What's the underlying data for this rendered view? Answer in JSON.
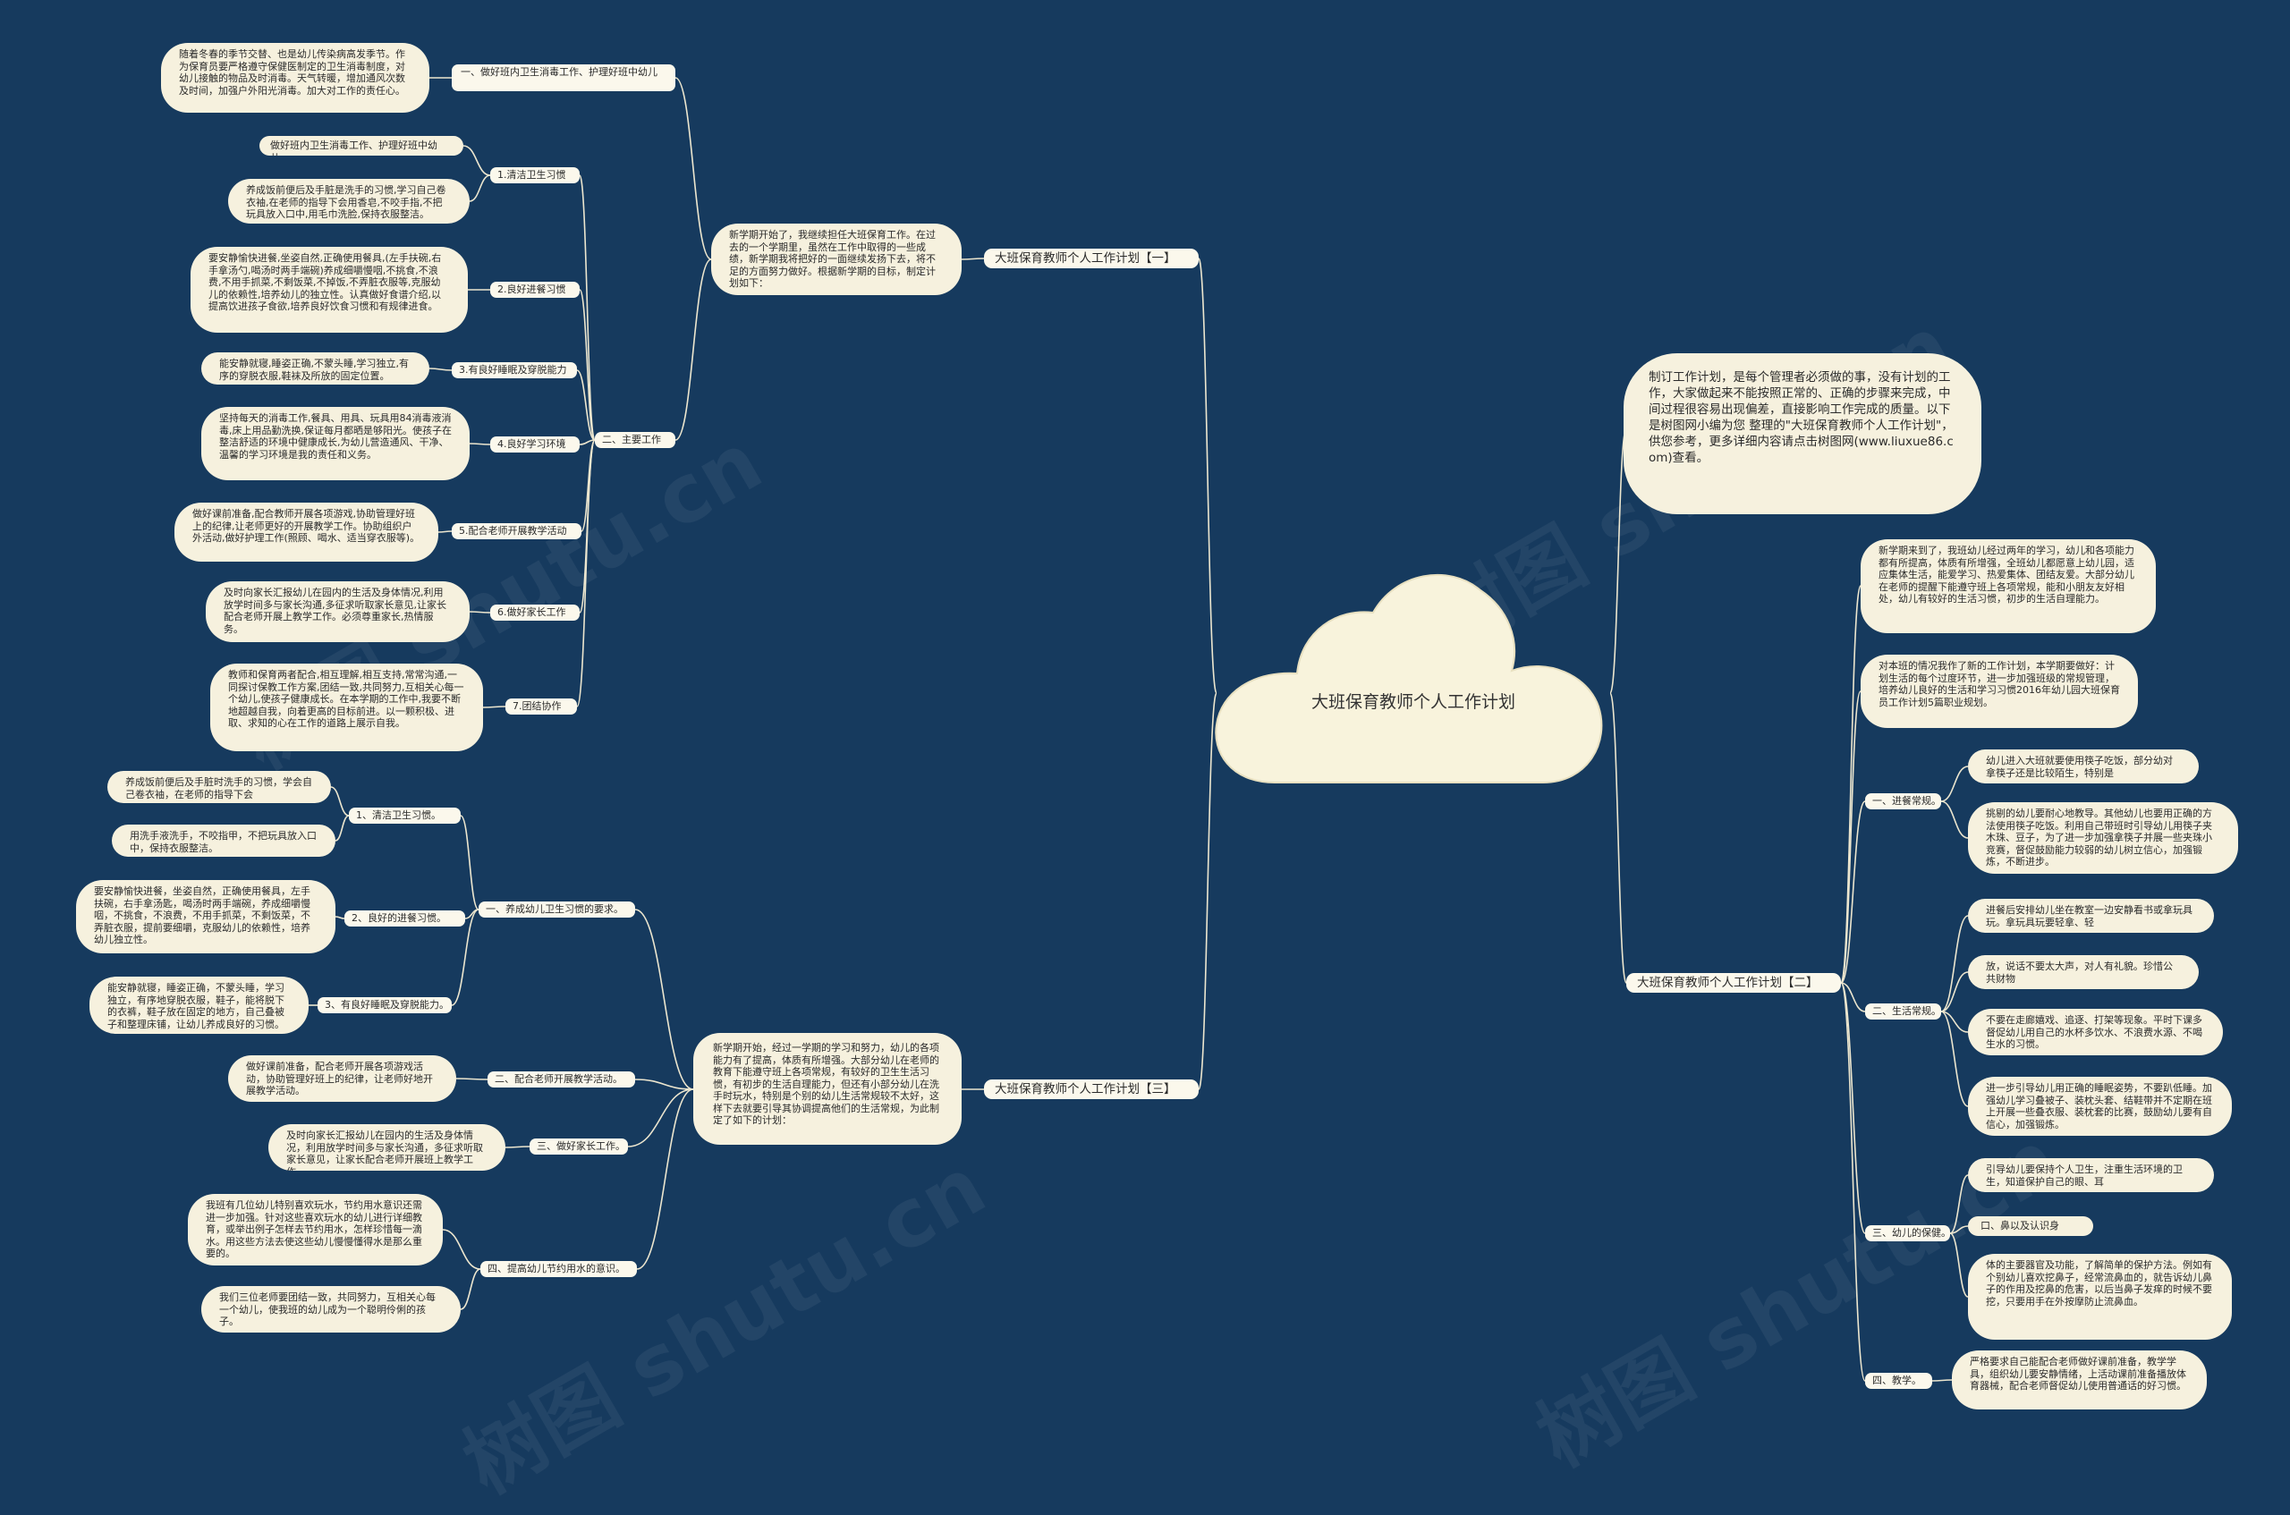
{
  "center": {
    "title": "大班保育教师个人工作计划"
  },
  "intro": "制订工作计划，是每个管理者必须做的事，没有计划的工作，大家做起来不能按照正常的、正确的步骤来完成，中间过程很容易出现偏差，直接影响工作完成的质量。以下是树图网小编为您 整理的\"大班保育教师个人工作计划\"，供您参考，更多详细内容请点击树图网(www.liuxue86.com)查看。",
  "branch1": {
    "title": "大班保育教师个人工作计划【一】",
    "summary": "新学期开始了，我继续担任大班保育工作。在过去的一个学期里，虽然在工作中取得的一些成绩，新学期我将把好的一面继续发扬下去，将不足的方面努力做好。根据新学期的目标，制定计划如下：",
    "sec1": {
      "label": "一、做好班内卫生消毒工作、护理好班中幼儿",
      "text": "随着冬春的季节交替、也是幼儿传染病高发季节。作为保育员要严格遵守保健医制定的卫生消毒制度，对幼儿接触的物品及时消毒。天气转暖，增加通风次数及时间，加强户外阳光消毒。加大对工作的责任心。"
    },
    "sec2": {
      "label": "二、主要工作",
      "items": [
        {
          "label": "1.清洁卫生习惯",
          "texts": [
            "做好班内卫生消毒工作、护理好班中幼儿。",
            "养成饭前便后及手脏是洗手的习惯,学习自己卷衣袖,在老师的指导下会用香皂,不咬手指,不把玩具放入口中,用毛巾洗脸,保持衣服整洁。"
          ]
        },
        {
          "label": "2.良好进餐习惯",
          "texts": [
            "要安静愉快进餐,坐姿自然,正确使用餐具,(左手扶碗,右手拿汤勺,喝汤时两手端碗)养成细嚼慢咽,不挑食,不浪费,不用手抓菜,不剩饭菜,不掉饭,不弄脏衣服等,克服幼儿的依赖性,培养幼儿的独立性。认真做好食谱介绍,以提高饮进孩子食欲,培养良好饮食习惯和有规律进食。"
          ]
        },
        {
          "label": "3.有良好睡眠及穿脱能力",
          "texts": [
            "能安静就寝,睡姿正确,不蒙头睡,学习独立,有序的穿脱衣服,鞋袜及所放的固定位置。"
          ]
        },
        {
          "label": "4.良好学习环境",
          "texts": [
            "坚持每天的消毒工作,餐具、用具、玩具用84消毒液消毒,床上用品勤洗换,保证每月都晒是够阳光。使孩子在整洁舒适的环境中健康成长,为幼儿营造通风、干净、温馨的学习环境是我的责任和义务。"
          ]
        },
        {
          "label": "5.配合老师开展教学活动",
          "texts": [
            "做好课前准备,配合教师开展各项游戏,协助管理好班上的纪律,让老师更好的开展教学工作。协助组织户外活动,做好护理工作(照顾、喝水、适当穿衣服等)。"
          ]
        },
        {
          "label": "6.做好家长工作",
          "texts": [
            "及时向家长汇报幼儿在园内的生活及身体情况,利用放学时间多与家长沟通,多征求听取家长意见,让家长配合老师开展上教学工作。必须尊重家长,热情服务。"
          ]
        },
        {
          "label": "7.团结协作",
          "texts": [
            "教师和保育两者配合,相互理解,相互支持,常常沟通,一同探讨保教工作方案,团结一致,共同努力,互相关心每一个幼儿,使孩子健康成长。在本学期的工作中,我要不断地超越自我，向着更高的目标前进。以一颗积极、进取、求知的心在工作的道路上展示自我。"
          ]
        }
      ]
    }
  },
  "branch2": {
    "title": "大班保育教师个人工作计划【二】",
    "top": [
      "新学期来到了，我班幼儿经过两年的学习，幼儿和各项能力都有所提高，体质有所增强，全班幼儿都愿意上幼儿园，适应集体生活，能爱学习、热爱集体、团结友爱。大部分幼儿在老师的提醒下能遵守班上各项常规，能和小朋友友好相处，幼儿有较好的生活习惯，初步的生活自理能力。",
      "对本班的情况我作了新的工作计划，本学期要做好：计划生活的每个过度环节，进一步加强班级的常规管理，培养幼儿良好的生活和学习习惯2016年幼儿园大班保育员工作计划5篇职业规划。"
    ],
    "sections": [
      {
        "label": "一、进餐常规。",
        "texts": [
          "幼儿进入大班就要使用筷子吃饭，部分幼对拿筷子还是比较陌生，特别是",
          "挑剔的幼儿要耐心地教导。其他幼儿也要用正确的方法使用筷子吃饭。利用自己带班时引导幼儿用筷子夹木珠、豆子，为了进一步加强拿筷子并展一些夹珠小竞赛，督促鼓励能力较弱的幼儿树立信心，加强锻炼，不断进步。"
        ]
      },
      {
        "label": "二、生活常规。",
        "texts": [
          "进餐后安排幼儿坐在教室一边安静看书或拿玩具玩。拿玩具玩要轻拿、轻",
          "放，说话不要太大声，对人有礼貌。珍惜公共财物",
          "不要在走廊嬉戏、追逐、打架等现象。平时下课多督促幼儿用自己的水杯多饮水、不浪费水源、不喝生水的习惯。",
          "进一步引导幼儿用正确的睡眠姿势，不要趴低睡。加强幼儿学习叠被子、装枕头套、结鞋带并不定期在班上开展一些叠衣服、装枕套的比赛，鼓励幼儿要有自信心，加强锻炼。"
        ]
      },
      {
        "label": "三、幼儿的保健。",
        "texts": [
          "引导幼儿要保持个人卫生，注重生活环境的卫生，知道保护自己的眼、耳",
          "口、鼻以及认识身",
          "体的主要器官及功能，了解简单的保护方法。例如有个别幼儿喜欢挖鼻子，经常流鼻血的，就告诉幼儿鼻子的作用及挖鼻的危害，以后当鼻子发痒的时候不要挖，只要用手在外按摩防止流鼻血。"
        ]
      },
      {
        "label": "四、教学。",
        "texts": [
          "严格要求自己能配合老师做好课前准备，教学学具，组织幼儿要安静情绪，上活动课前准备播放体育器械，配合老师督促幼儿使用普通话的好习惯。"
        ]
      }
    ]
  },
  "branch3": {
    "title": "大班保育教师个人工作计划【三】",
    "summary": "新学期开始，经过一学期的学习和努力，幼儿的各项能力有了提高，体质有所增强。大部分幼儿在老师的教育下能遵守班上各项常规，有较好的卫生生活习惯，有初步的生活自理能力，但还有小部分幼儿在洗手时玩水，特别是个别的幼儿生活常规较不太好，这样下去就要引导其协调提高他们的生活常规，为此制定了如下的计划：",
    "sections": [
      {
        "label": "一、养成幼儿卫生习惯的要求。",
        "subs": [
          {
            "label": "1、清洁卫生习惯。",
            "texts": [
              "养成饭前便后及手脏时洗手的习惯，学会自己卷衣袖，在老师的指导下会",
              "用洗手液洗手，不咬指甲，不把玩具放入口中，保持衣服整洁。"
            ]
          },
          {
            "label": "2、良好的进餐习惯。",
            "texts": [
              "要安静愉快进餐，坐姿自然，正确使用餐具，左手扶碗，右手拿汤匙，喝汤时两手端碗，养成细嚼慢咽，不挑食，不浪费，不用手抓菜，不剩饭菜，不弄脏衣服，提前要细嚼，克服幼儿的依赖性，培养幼儿独立性。"
            ]
          },
          {
            "label": "3、有良好睡眠及穿脱能力。",
            "texts": [
              "能安静就寝，睡姿正确，不蒙头睡，学习独立，有序地穿脱衣服，鞋子，能将脱下的衣裤，鞋子放在固定的地方，自己叠被子和整理床铺，让幼儿养成良好的习惯。"
            ]
          }
        ]
      },
      {
        "label": "二、配合老师开展教学活动。",
        "texts": [
          "做好课前准备，配合老师开展各项游戏活动，协助管理好班上的纪律，让老师好地开展教学活动。"
        ]
      },
      {
        "label": "三、做好家长工作。",
        "texts": [
          "及时向家长汇报幼儿在园内的生活及身体情况，利用放学时间多与家长沟通，多征求听取家长意见，让家长配合老师开展班上教学工作。"
        ]
      },
      {
        "label": "四、提高幼儿节约用水的意识。",
        "texts": [
          "我班有几位幼儿特别喜欢玩水，节约用水意识还需进一步加强。针对这些喜欢玩水的幼儿进行详细教育，或举出例子怎样去节约用水，怎样珍惜每一滴水。用这些方法去使这些幼儿慢慢懂得水是那么重要的。",
          "我们三位老师要团结一致，共同努力，互相关心每一个幼儿，使我班的幼儿成为一个聪明伶俐的孩子。"
        ]
      }
    ]
  },
  "watermark": "树图 shutu.cn",
  "colors": {
    "background": "#163a5e",
    "line": "#ece6cf",
    "node": "#f6f1de"
  }
}
